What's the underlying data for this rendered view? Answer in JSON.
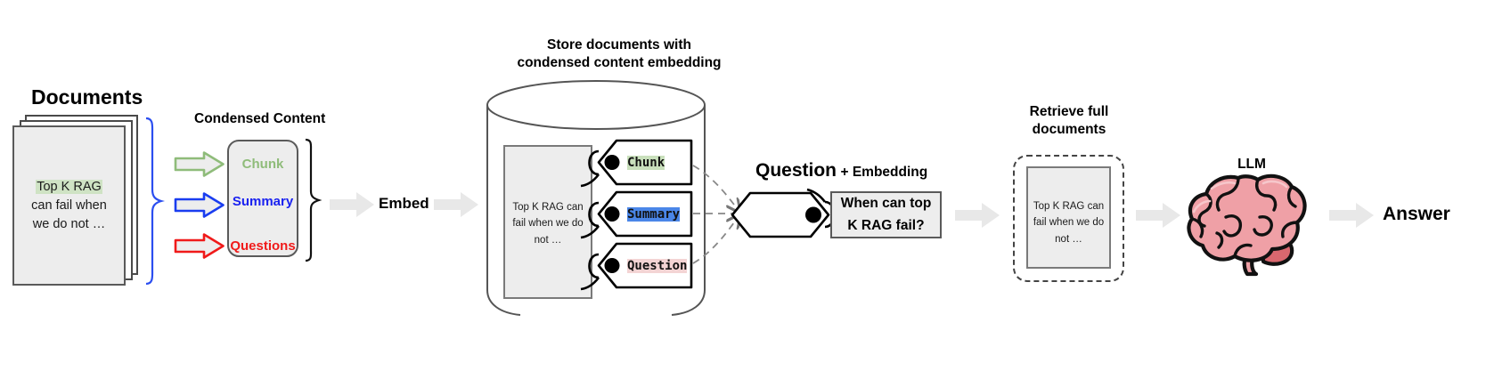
{
  "diagram": {
    "title_documents": "Documents",
    "title_condensed": "Condensed Content",
    "title_store_line1": "Store documents with",
    "title_store_line2": "condensed content embedding",
    "title_retrieve_line1": "Retrieve full",
    "title_retrieve_line2": "documents",
    "title_llm": "LLM",
    "label_embed": "Embed",
    "label_answer": "Answer"
  },
  "document": {
    "highlight_text": "Top K RAG",
    "line2": "can fail when",
    "line3": "we do not …"
  },
  "stored_document": {
    "line1": "Top K RAG can",
    "line2": "fail when we do",
    "line3": "not …"
  },
  "retrieved_document": {
    "line1": "Top K RAG can",
    "line2": "fail when we do",
    "line3": "not …"
  },
  "condensed_content": {
    "items": [
      {
        "label": "Chunk",
        "color": "#8fbc7a",
        "arrow_color": "#8fbc7a"
      },
      {
        "label": "Summary",
        "color": "#1a22f0",
        "arrow_color": "#1a22f0"
      },
      {
        "label": "Questions",
        "color": "#f01a1a",
        "arrow_color": "#f01a1a"
      }
    ]
  },
  "tags": {
    "items": [
      {
        "label": "Chunk",
        "highlight": "#c9e0bc"
      },
      {
        "label": "Summary",
        "highlight": "#4a86e8"
      },
      {
        "label": "Question",
        "highlight": "#f3d4d4"
      }
    ]
  },
  "question": {
    "title_main": "Question",
    "title_suffix": "+ Embedding",
    "box_line1": "When can top",
    "box_line2": "K RAG fail?"
  },
  "colors": {
    "arrow_gray": "#e8e8e8",
    "page_fill": "#ededed",
    "page_stroke": "#5a5a5a",
    "brain_pink": "#efa0a6",
    "brain_outline": "#000000"
  }
}
